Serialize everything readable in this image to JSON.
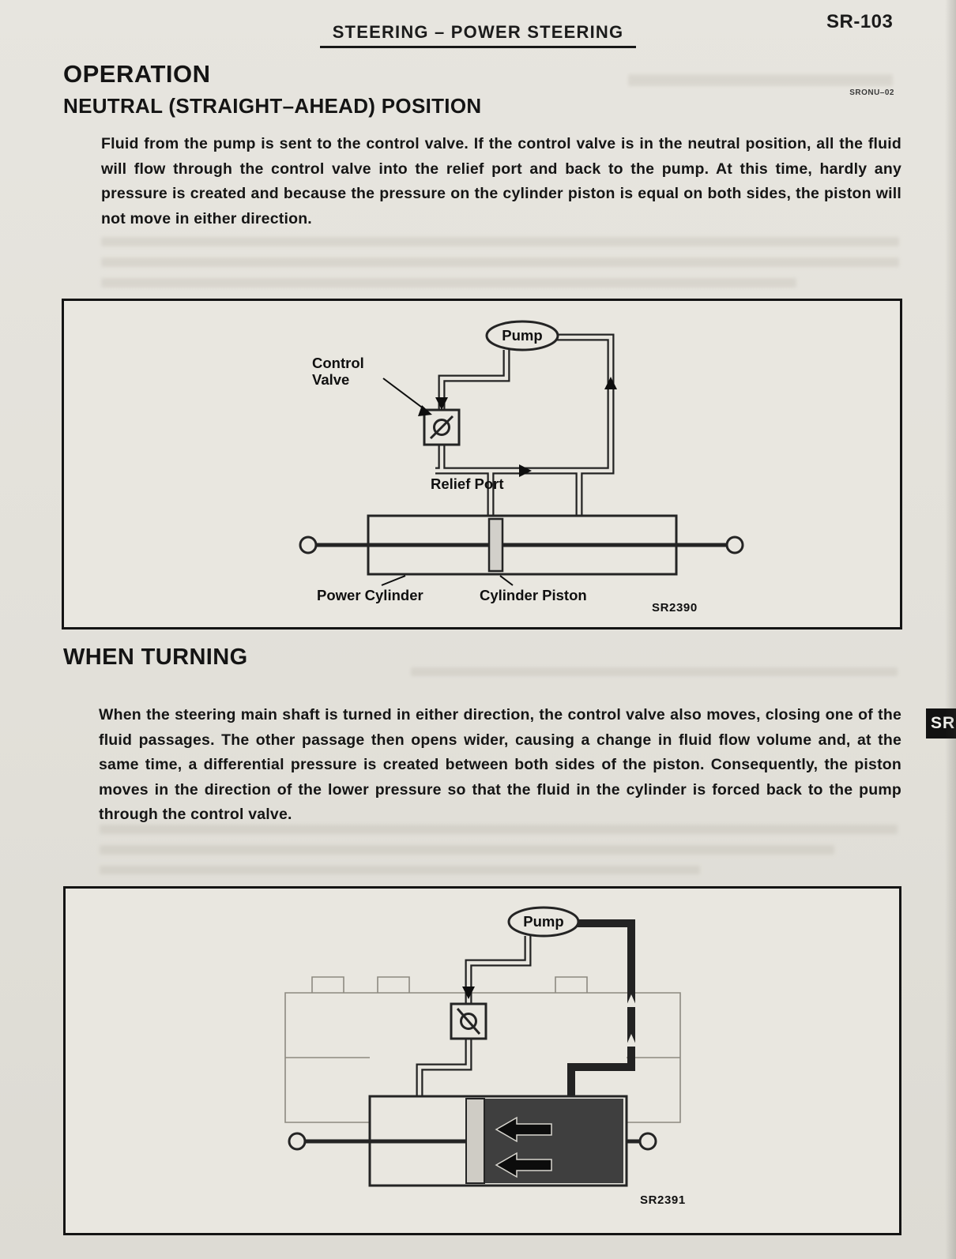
{
  "header": {
    "title": "STEERING – POWER STEERING",
    "page_number": "SR-103",
    "section_tab": "SR"
  },
  "operation": {
    "heading": "OPERATION",
    "subheading": "NEUTRAL (STRAIGHT–AHEAD) POSITION",
    "ref_code": "SRONU–02",
    "paragraph": "Fluid from the pump is sent to the control valve. If the control valve is in the neutral position, all the fluid will flow through the control valve into the relief port and back to the pump. At this time, hardly any pressure is created and because the pressure on the cylinder piston is equal on both sides, the piston will not move in either direction."
  },
  "figure_neutral": {
    "labels": {
      "pump": "Pump",
      "control_valve": "Control Valve",
      "relief_port": "Relief Port",
      "power_cylinder": "Power Cylinder",
      "cylinder_piston": "Cylinder Piston"
    },
    "code": "SR2390"
  },
  "when_turning": {
    "heading": "WHEN TURNING",
    "paragraph": "When the steering main shaft is turned in either direction, the control valve also moves, closing one of the fluid passages. The other passage then opens wider, causing a change in fluid flow volume and, at the same time, a differential pressure is created between both sides of the piston. Consequently, the piston moves in the direction of the lower pressure so that the fluid in the cylinder is forced back to the pump through the control valve."
  },
  "figure_turning": {
    "labels": {
      "pump": "Pump"
    },
    "code": "SR2391"
  }
}
